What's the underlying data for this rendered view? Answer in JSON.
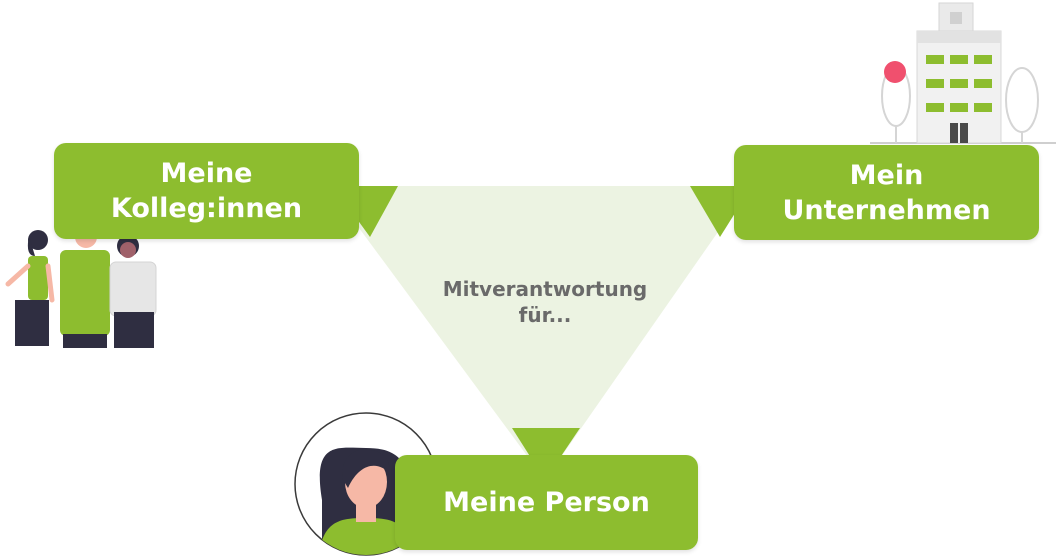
{
  "colors": {
    "accent": "#8dbd2f",
    "triangle_fill": "#ecf3e2",
    "text_on_accent": "#ffffff",
    "center_text": "#6a6a6a",
    "dot": "#f0506e"
  },
  "boxes": {
    "colleagues": {
      "line1": "Meine",
      "line2": "Kolleg:innen"
    },
    "company": {
      "line1": "Mein",
      "line2": "Unternehmen"
    },
    "person": {
      "label": "Meine Person"
    }
  },
  "center": {
    "line1": "Mitverantwortung",
    "line2": "für..."
  },
  "icons": {
    "colleagues": "people-group-illustration",
    "company": "office-building-illustration",
    "person": "woman-avatar-illustration"
  }
}
